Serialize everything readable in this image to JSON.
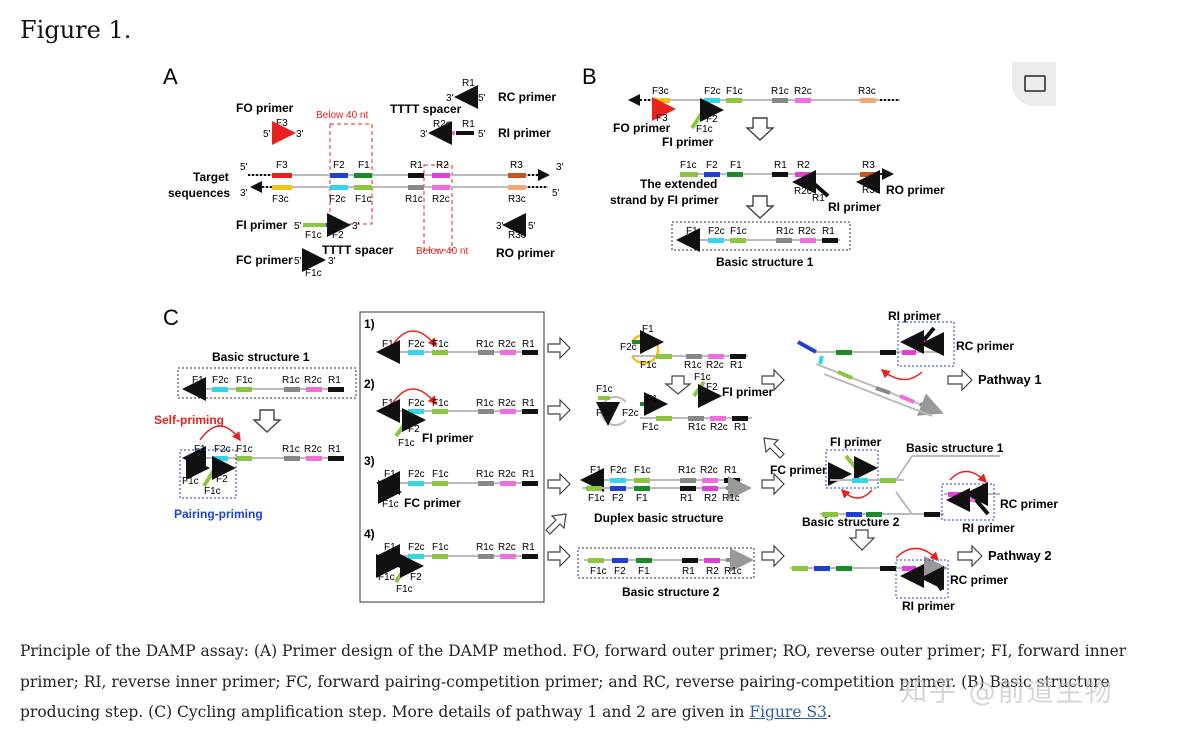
{
  "figure_title": "Figure 1.",
  "caption": {
    "text": "Principle of the DAMP assay: (A) Primer design of the DAMP method. FO, forward outer primer; RO, reverse outer primer; FI, forward inner primer; RI, reverse inner primer; FC, forward pairing-competition primer; and RC, reverse pairing-competition primer. (B) Basic structure producing step. (C) Cycling amplification step. More details of pathway 1 and 2 are given in ",
    "link": "Figure S3",
    "end": "."
  },
  "watermark": "知乎 @前道生物",
  "panels": {
    "A": {
      "letter": "A",
      "fo_primer": "FO primer",
      "rc_primer": "RC primer",
      "ri_primer": "RI primer",
      "fi_primer": "FI primer",
      "fc_primer": "FC primer",
      "ro_primer": "RO primer",
      "target": "Target",
      "sequences": "sequences",
      "tttt_spacer": "TTTT spacer",
      "below40": "Below 40 nt",
      "f3": "F3",
      "f2": "F2",
      "f1": "F1",
      "r1": "R1",
      "r2": "R2",
      "r3": "R3",
      "f3c": "F3c",
      "f2c": "F2c",
      "f1c": "F1c",
      "r1c": "R1c",
      "r2c": "R2c",
      "r3c": "R3c",
      "p5": "5'",
      "p3": "3'"
    },
    "B": {
      "letter": "B",
      "fo_primer": "FO primer",
      "fi_primer": "FI primer",
      "ri_primer": "RI primer",
      "ro_primer": "RO primer",
      "extended_1": "The extended",
      "extended_2": "strand by FI primer",
      "basic1": "Basic structure 1"
    },
    "C": {
      "letter": "C",
      "basic1": "Basic structure 1",
      "self_priming": "Self-priming",
      "pairing_priming": "Pairing-priming",
      "steps": [
        "1)",
        "2)",
        "3)",
        "4)"
      ],
      "fi_primer": "FI primer",
      "fc_primer": "FC primer",
      "duplex": "Duplex basic structure",
      "basic2": "Basic structure 2",
      "ri_primer": "RI primer",
      "rc_primer": "RC primer",
      "pathway1": "Pathway 1",
      "pathway2": "Pathway 2"
    }
  },
  "colors": {
    "red": "#e8231f",
    "blue": "#1f3fd8",
    "cyan": "#33d6e8",
    "green": "#1a8a2a",
    "lightgreen": "#8cc63f",
    "black": "#111111",
    "magenta": "#e040d8",
    "pink": "#f06ce0",
    "orange": "#c8561c",
    "peach": "#f0a878",
    "grey": "#9a9a9a",
    "yellow": "#f2c21a"
  }
}
